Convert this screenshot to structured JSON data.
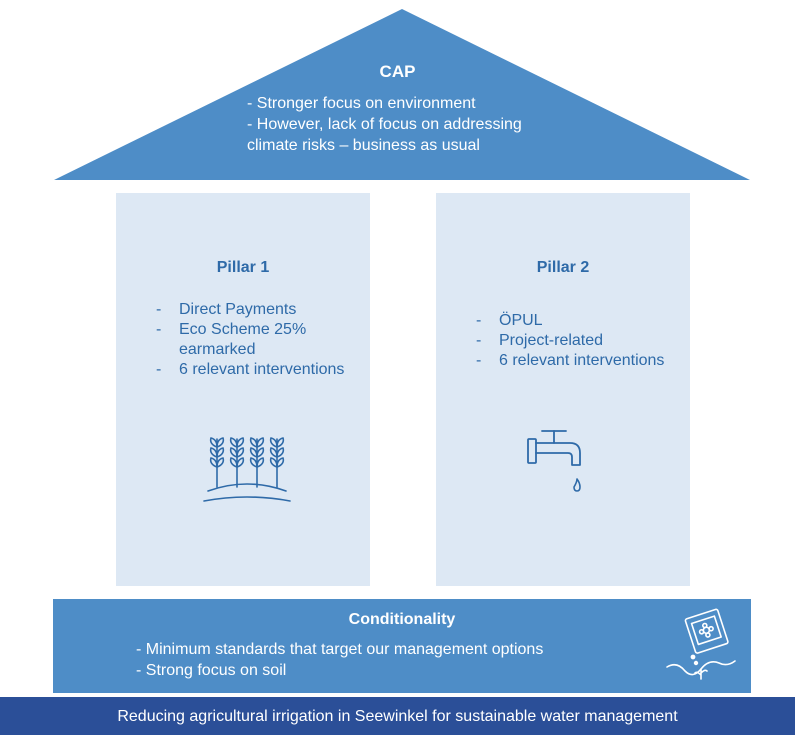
{
  "colors": {
    "roof": "#4e8dc7",
    "pillar_bg": "#dde8f4",
    "pillar_text": "#2e6aa8",
    "conditionality_bg": "#4e8dc7",
    "base_bg": "#2b4f98"
  },
  "roof": {
    "title": "CAP",
    "lines": [
      "- Stronger focus on environment",
      "- However, lack of focus on addressing",
      "climate risks – business as usual"
    ]
  },
  "pillar1": {
    "title": "Pillar 1",
    "items": [
      "Direct Payments",
      "Eco Scheme 25% earmarked",
      "6 relevant interventions"
    ],
    "icon": "wheat-icon"
  },
  "pillar2": {
    "title": "Pillar 2",
    "items": [
      "ÖPUL",
      "Project-related",
      "6 relevant interventions"
    ],
    "icon": "water-tap-icon"
  },
  "conditionality": {
    "title": "Conditionality",
    "lines": [
      "- Minimum standards that target our management options",
      "- Strong focus on soil"
    ],
    "icon": "seed-packet-icon"
  },
  "base": {
    "text": "Reducing agricultural irrigation in Seewinkel for sustainable water management"
  }
}
